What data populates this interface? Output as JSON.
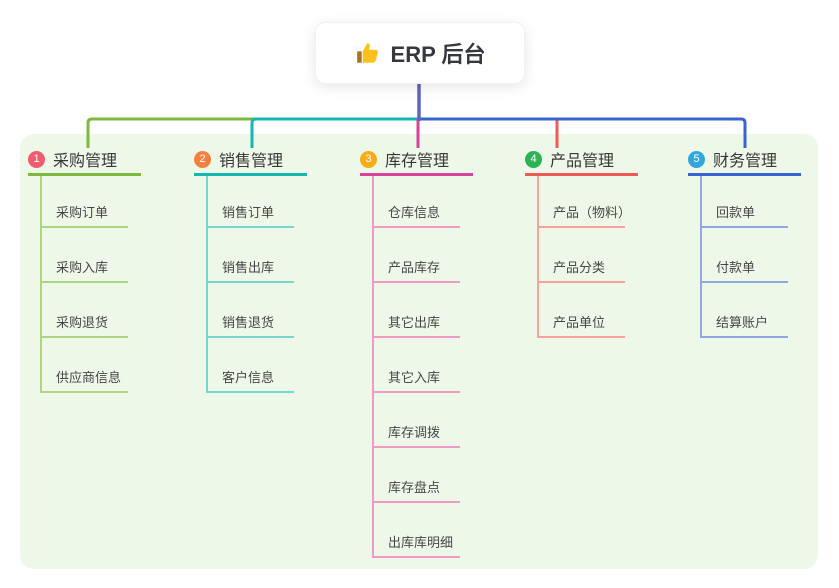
{
  "root": {
    "label": "ERP 后台",
    "icon": "thumbs-up-icon",
    "connector_color": "#5b67c4"
  },
  "panel": {
    "background_color": "#edf8e8"
  },
  "branches": [
    {
      "number": "1",
      "label": "采购管理",
      "badge_color": "#f25c6f",
      "line_color": "#7cb93e",
      "child_line_color": "#aed581",
      "children": [
        "采购订单",
        "采购入库",
        "采购退货",
        "供应商信息"
      ]
    },
    {
      "number": "2",
      "label": "销售管理",
      "badge_color": "#f6813f",
      "line_color": "#14b8b1",
      "child_line_color": "#77d7cc",
      "children": [
        "销售订单",
        "销售出库",
        "销售退货",
        "客户信息"
      ]
    },
    {
      "number": "3",
      "label": "库存管理",
      "badge_color": "#f8ac15",
      "line_color": "#d9429b",
      "child_line_color": "#f19ac6",
      "children": [
        "仓库信息",
        "产品库存",
        "其它出库",
        "其它入库",
        "库存调拨",
        "库存盘点",
        "出库库明细"
      ]
    },
    {
      "number": "4",
      "label": "产品管理",
      "badge_color": "#2db355",
      "line_color": "#f15b57",
      "child_line_color": "#f8a29b",
      "children": [
        "产品（物料）",
        "产品分类",
        "产品单位"
      ]
    },
    {
      "number": "5",
      "label": "财务管理",
      "badge_color": "#31a7de",
      "line_color": "#3a63d2",
      "child_line_color": "#91a7e2",
      "children": [
        "回款单",
        "付款单",
        "结算账户"
      ]
    }
  ]
}
